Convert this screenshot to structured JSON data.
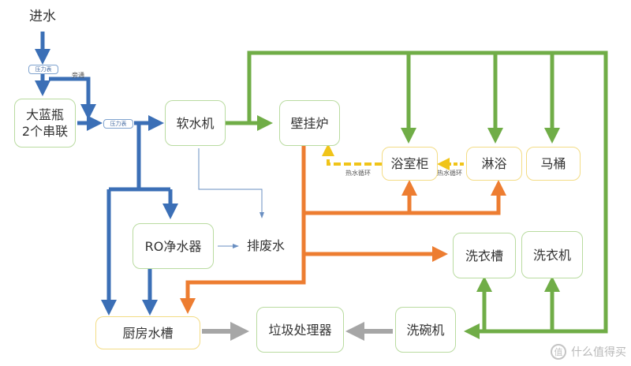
{
  "title": "进水",
  "nodes": {
    "big_blue_filter": "大蓝瓶\n2个串联",
    "softener": "软水机",
    "boiler": "壁挂炉",
    "ro_purifier": "RO净水器",
    "drain": "排废水",
    "bathroom_cabinet": "浴室柜",
    "shower": "淋浴",
    "toilet": "马桶",
    "laundry_sink": "洗衣槽",
    "washing_machine": "洗衣机",
    "kitchen_sink": "厨房水槽",
    "garbage_disposer": "垃圾处理器",
    "dishwasher": "洗碗机"
  },
  "gauges": {
    "gauge_top": "压力表",
    "gauge_mid": "压力表"
  },
  "labels": {
    "bypass": "旁通",
    "hot_water_loop_1": "热水循环",
    "hot_water_loop_2": "热水循环"
  },
  "watermark": {
    "icon": "值",
    "text": "什么值得买"
  },
  "colors": {
    "cold_pipe": "#3b6fb6",
    "soft_pipe": "#70ad47",
    "hot_pipe": "#ed7d31",
    "recirc_pipe": "#f0c419",
    "drain_pipe": "#a6a6a6",
    "waste_line": "#6a8fc2"
  }
}
